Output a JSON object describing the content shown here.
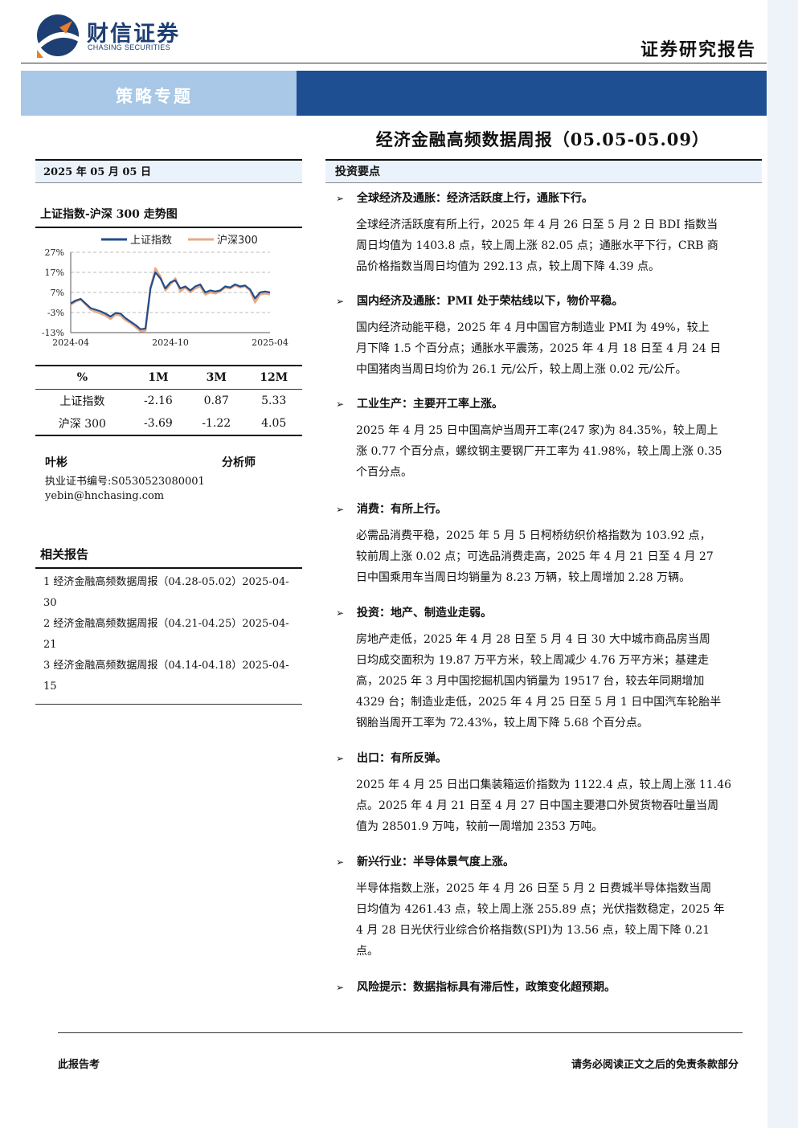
{
  "header": {
    "logo_cn": "财信证券",
    "logo_en": "CHASING SECURITIES",
    "report_type": "证券研究报告",
    "banner": "策略专题",
    "title": "经济金融高频数据周报（05.05-05.09）"
  },
  "sidebar": {
    "date": "2025 年 05 月 05 日",
    "chart_title": "上证指数-沪深 300 走势图",
    "performance": {
      "headers": [
        "%",
        "1M",
        "3M",
        "12M"
      ],
      "rows": [
        {
          "name": "上证指数",
          "m1": "-2.16",
          "m3": "0.87",
          "m12": "5.33"
        },
        {
          "name": "沪深 300",
          "m1": "-3.69",
          "m3": "-1.22",
          "m12": "4.05"
        }
      ]
    },
    "analyst": {
      "name": "叶彬",
      "role": "分析师",
      "cert": "执业证书编号:S0530523080001",
      "email": "yebin@hnchasing.com"
    },
    "related_title": "相关报告",
    "related": [
      {
        "line1": "1  经济金融高频数据周报（04.28-05.02）2025-04-",
        "line2": "30"
      },
      {
        "line1": "2  经济金融高频数据周报（04.21-04.25）2025-04-",
        "line2": "21"
      },
      {
        "line1": "3  经济金融高频数据周报（04.14-04.18）2025-04-",
        "line2": "15"
      }
    ]
  },
  "chart_data": {
    "type": "line",
    "title": "",
    "x_ticks": [
      "2024-04",
      "2024-10",
      "2025-04"
    ],
    "y_ticks": [
      "27%",
      "17%",
      "7%",
      "-3%",
      "-13%"
    ],
    "ylim": [
      -13,
      27
    ],
    "legend_position": "top",
    "grid": true,
    "series": [
      {
        "name": "上证指数",
        "color": "#1f4e8c",
        "values": [
          1.5,
          3.0,
          3.8,
          1.5,
          -0.8,
          -1.6,
          -2.4,
          -3.6,
          -5.0,
          -3.2,
          -3.5,
          -5.8,
          -7.5,
          -9.2,
          -11.3,
          -11.0,
          9.0,
          17.0,
          14.0,
          9.0,
          12.0,
          13.0,
          9.0,
          10.0,
          8.0,
          10.0,
          11.0,
          7.0,
          8.0,
          7.5,
          8.0,
          10.0,
          9.5,
          11.0,
          10.0,
          10.5,
          8.5,
          4.0,
          7.0,
          7.5,
          7.0
        ]
      },
      {
        "name": "沪深300",
        "color": "#e8a985",
        "values": [
          1.0,
          2.5,
          3.5,
          1.0,
          -1.5,
          -2.5,
          -3.5,
          -4.5,
          -6.2,
          -4.0,
          -4.5,
          -6.8,
          -8.2,
          -10.2,
          -12.3,
          -12.0,
          9.0,
          19.0,
          15.0,
          8.0,
          11.0,
          14.0,
          7.5,
          9.5,
          7.0,
          9.0,
          10.0,
          6.0,
          7.0,
          6.5,
          7.5,
          9.5,
          9.0,
          10.5,
          9.5,
          10.0,
          8.0,
          2.0,
          6.0,
          6.5,
          6.0
        ]
      }
    ]
  },
  "investment": {
    "header": "投资要点",
    "sections": [
      {
        "bullet": "全球经济及通胀：经济活跃度上行，通胀下行。",
        "lines": [
          "全球经济活跃度有所上行，2025 年 4 月 26 日至 5 月 2 日 BDI 指数当",
          "周日均值为 1403.8 点，较上周上涨 82.05 点；通胀水平下行，CRB 商",
          "品价格指数当周日均值为 292.13 点，较上周下降 4.39 点。"
        ]
      },
      {
        "bullet": "国内经济及通胀：PMI 处于荣枯线以下，物价平稳。",
        "lines": [
          "国内经济动能平稳，2025 年 4 月中国官方制造业 PMI 为 49%，较上",
          "月下降 1.5 个百分点；通胀水平震荡，2025 年 4 月 18 日至 4 月 24 日",
          "中国猪肉当周日均价为 26.1 元/公斤，较上周上涨 0.02 元/公斤。"
        ]
      },
      {
        "bullet": "工业生产：主要开工率上涨。",
        "lines": [
          "2025 年 4 月 25 日中国高炉当周开工率(247 家)为 84.35%，较上周上",
          "涨 0.77 个百分点，螺纹钢主要钢厂开工率为 41.98%，较上周上涨 0.35",
          "个百分点。"
        ]
      },
      {
        "bullet": "消费：有所上行。",
        "lines": [
          "必需品消费平稳，2025 年 5 月 5 日柯桥纺织价格指数为 103.92 点，",
          "较前周上涨 0.02 点；可选品消费走高，2025 年 4 月 21 日至 4 月 27",
          "日中国乘用车当周日均销量为 8.23 万辆，较上周增加 2.28 万辆。"
        ]
      },
      {
        "bullet": "投资：地产、制造业走弱。",
        "lines": [
          "房地产走低，2025 年 4 月 28 日至 5 月 4 日 30 大中城市商品房当周",
          "日均成交面积为 19.87 万平方米，较上周减少 4.76 万平方米；基建走",
          "高，2025 年 3 月中国挖掘机国内销量为 19517 台，较去年同期增加",
          "4329 台；制造业走低，2025 年 4 月 25 日至 5 月 1 日中国汽车轮胎半",
          "钢胎当周开工率为 72.43%，较上周下降 5.68 个百分点。"
        ]
      },
      {
        "bullet": "出口：有所反弹。",
        "lines": [
          "2025 年 4 月 25 日出口集装箱运价指数为 1122.4 点，较上周上涨 11.46",
          "点。2025 年 4 月 21 日至 4 月 27 日中国主要港口外贸货物吞吐量当周",
          "值为 28501.9 万吨，较前一周增加 2353 万吨。"
        ]
      },
      {
        "bullet": "新兴行业：半导体景气度上涨。",
        "lines": [
          "半导体指数上涨，2025 年 4 月 26 日至 5 月 2 日费城半导体指数当周",
          "日均值为 4261.43 点，较上周上涨 255.89 点；光伏指数稳定，2025 年",
          "4 月 28 日光伏行业综合价格指数(SPI)为 13.56 点，较上周下降 0.21",
          "点。"
        ]
      },
      {
        "bullet": "风险提示：数据指标具有滞后性，政策变化超预期。",
        "lines": []
      }
    ]
  },
  "footer": {
    "left": "此报告考",
    "right": "请务必阅读正文之后的免责条款部分"
  }
}
